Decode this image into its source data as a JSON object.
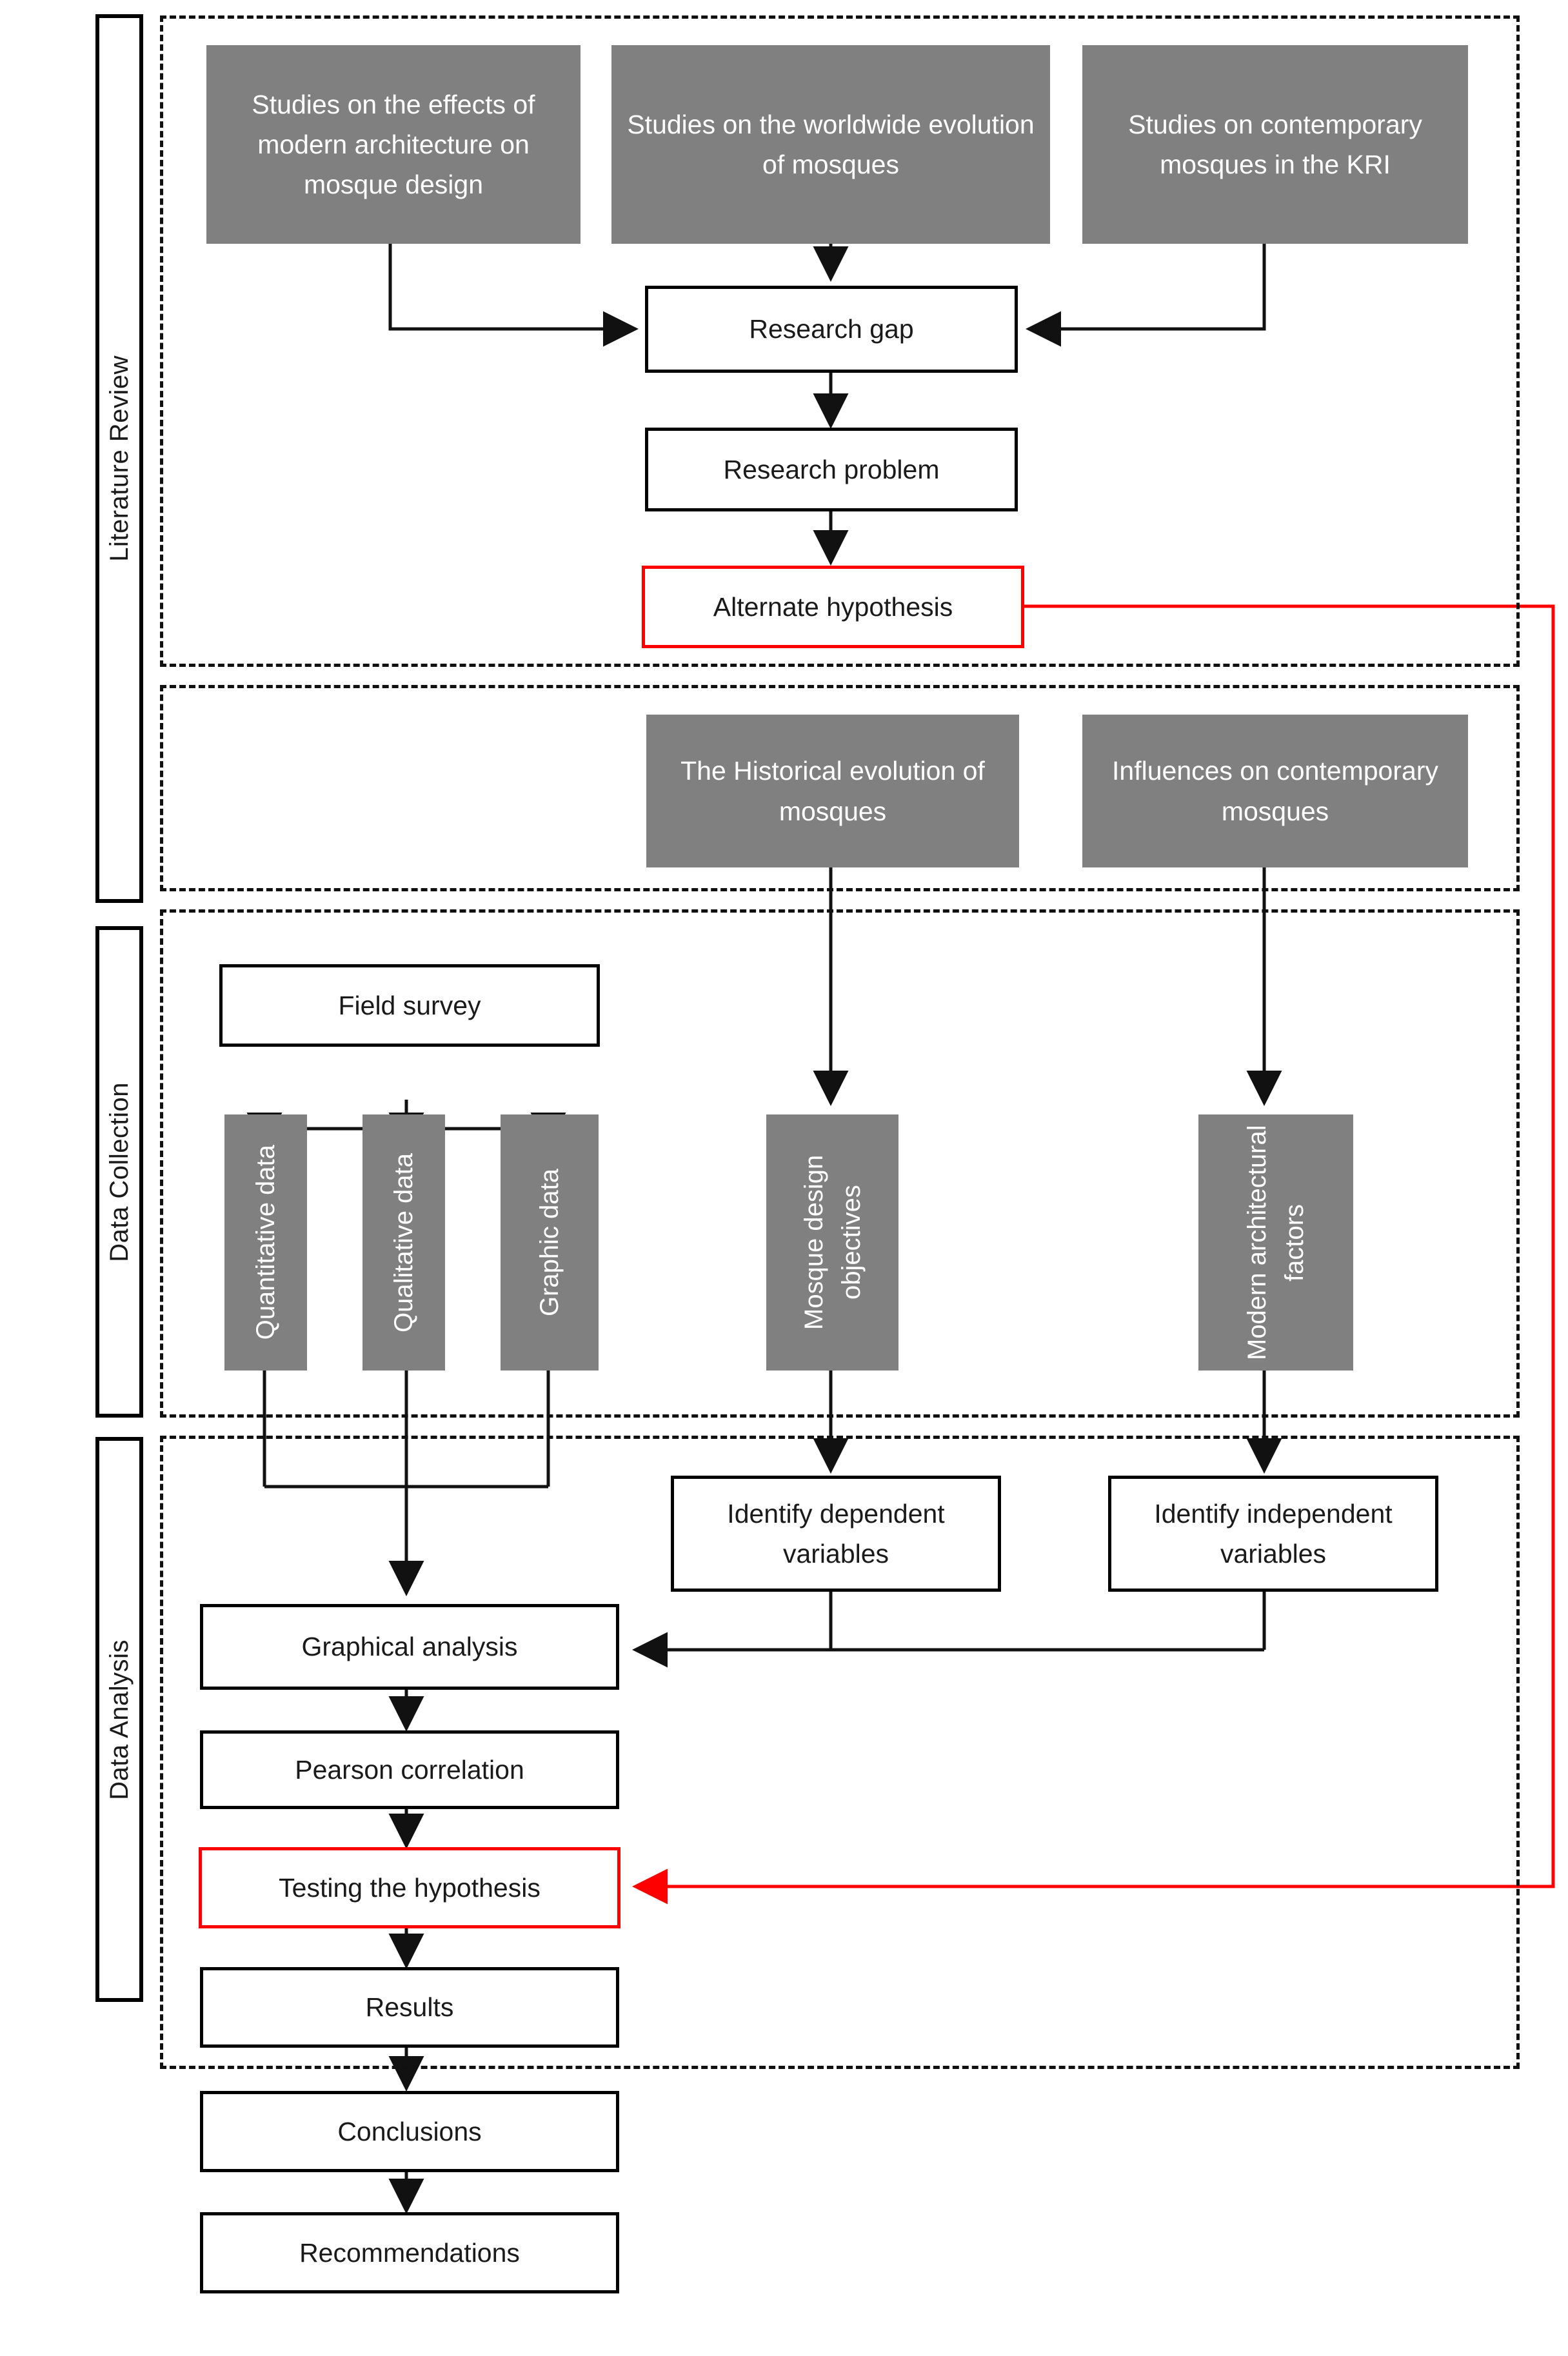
{
  "diagram": {
    "title": "Research methodology flowchart",
    "colors": {
      "gray_node": "#808080",
      "white_node": "#ffffff",
      "node_border": "#000000",
      "highlight_red": "#ff0000",
      "text_dark": "#1a1a1a",
      "text_light": "#ffffff"
    }
  },
  "phases": [
    {
      "id": "literature-review",
      "label": "Literature Review"
    },
    {
      "id": "data-collection",
      "label": "Data Collection"
    },
    {
      "id": "data-analysis",
      "label": "Data Analysis"
    }
  ],
  "nodes": {
    "studies_modern_arch": "Studies on the effects of modern architecture on mosque design",
    "studies_worldwide": "Studies on the worldwide evolution of mosques",
    "studies_kri": "Studies on contemporary mosques in the KRI",
    "research_gap": "Research gap",
    "research_problem": "Research problem",
    "alternate_hypothesis": "Alternate hypothesis",
    "historical_evolution": "The Historical evolution of mosques",
    "influences_contemporary": "Influences on contemporary mosques",
    "field_survey": "Field survey",
    "quantitative_data": "Quantitative data",
    "qualitative_data": "Qualitative data",
    "graphic_data": "Graphic data",
    "mosque_design_objectives": "Mosque design objectives",
    "modern_architectural_factors": "Modern architectural factors",
    "identify_dependent": "Identify dependent variables",
    "identify_independent": "Identify independent variables",
    "graphical_analysis": "Graphical analysis",
    "pearson_correlation": "Pearson correlation",
    "testing_hypothesis": "Testing the hypothesis",
    "results": "Results",
    "conclusions": "Conclusions",
    "recommendations": "Recommendations"
  },
  "chart_data": {
    "type": "diagram",
    "title": "Research methodology flowchart",
    "flow_edges": [
      {
        "from": "studies_modern_arch",
        "to": "research_gap",
        "style": "black"
      },
      {
        "from": "studies_worldwide",
        "to": "research_gap",
        "style": "black"
      },
      {
        "from": "studies_kri",
        "to": "research_gap",
        "style": "black"
      },
      {
        "from": "research_gap",
        "to": "research_problem",
        "style": "black"
      },
      {
        "from": "research_problem",
        "to": "alternate_hypothesis",
        "style": "black"
      },
      {
        "from": "alternate_hypothesis",
        "to": "testing_hypothesis",
        "style": "red"
      },
      {
        "from": "historical_evolution",
        "to": "mosque_design_objectives",
        "style": "black"
      },
      {
        "from": "influences_contemporary",
        "to": "modern_architectural_factors",
        "style": "black"
      },
      {
        "from": "field_survey",
        "to": "quantitative_data",
        "style": "black"
      },
      {
        "from": "field_survey",
        "to": "qualitative_data",
        "style": "black"
      },
      {
        "from": "field_survey",
        "to": "graphic_data",
        "style": "black"
      },
      {
        "from": "quantitative_data",
        "to": "graphical_analysis",
        "style": "black"
      },
      {
        "from": "qualitative_data",
        "to": "graphical_analysis",
        "style": "black"
      },
      {
        "from": "graphic_data",
        "to": "graphical_analysis",
        "style": "black"
      },
      {
        "from": "mosque_design_objectives",
        "to": "identify_dependent",
        "style": "black"
      },
      {
        "from": "modern_architectural_factors",
        "to": "identify_independent",
        "style": "black"
      },
      {
        "from": "identify_dependent",
        "to": "graphical_analysis",
        "style": "black"
      },
      {
        "from": "identify_independent",
        "to": "graphical_analysis",
        "style": "black"
      },
      {
        "from": "graphical_analysis",
        "to": "pearson_correlation",
        "style": "black"
      },
      {
        "from": "pearson_correlation",
        "to": "testing_hypothesis",
        "style": "black"
      },
      {
        "from": "testing_hypothesis",
        "to": "results",
        "style": "black"
      },
      {
        "from": "results",
        "to": "conclusions",
        "style": "black"
      },
      {
        "from": "conclusions",
        "to": "recommendations",
        "style": "black"
      }
    ]
  }
}
